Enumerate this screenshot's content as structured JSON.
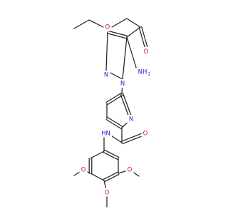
{
  "molecule": {
    "colors": {
      "carbon": "#222222",
      "nitrogen": "#1f1fd1",
      "oxygen": "#e01010"
    },
    "labels": {
      "ester_o_carbonyl": "O",
      "ester_o_alkoxy": "O",
      "pyrazole_n1": "N",
      "pyrazole_n2": "N",
      "amino": "NH",
      "amino_sub": "2",
      "pyridine_n": "N",
      "amide_o": "O",
      "amide_nh": "HN",
      "ome_left_o": "O",
      "ome_mid_o": "O",
      "ome_right_o": "O"
    }
  }
}
